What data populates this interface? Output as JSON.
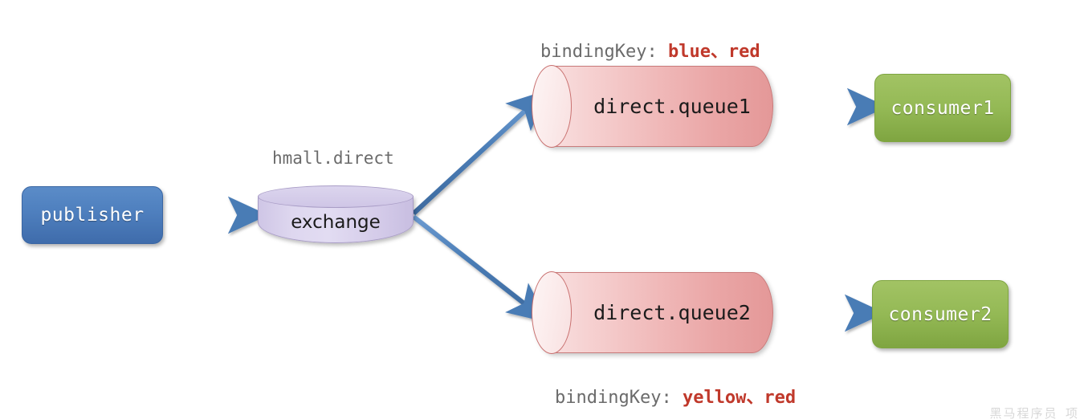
{
  "diagram": {
    "title": "RabbitMQ direct exchange routing",
    "colors": {
      "publisher_blue": "#4e7fbe",
      "consumer_green": "#94b955",
      "exchange_purple": "#d4cbe9",
      "queue_pink": "#f0b9b9",
      "arrow_blue": "#4a7cb5",
      "binding_red": "#c0392b",
      "caption_gray": "#6b6b6b"
    },
    "nodes": {
      "publisher": {
        "label": "publisher"
      },
      "exchange": {
        "label": "exchange",
        "caption": "hmall.direct"
      },
      "queue1": {
        "label": "direct.queue1"
      },
      "queue2": {
        "label": "direct.queue2"
      },
      "consumer1": {
        "label": "consumer1"
      },
      "consumer2": {
        "label": "consumer2"
      }
    },
    "bindings": {
      "queue1": {
        "prefix": "bindingKey:",
        "keys": "blue、red"
      },
      "queue2": {
        "prefix": "bindingKey:",
        "keys": "yellow、red"
      }
    },
    "watermark": "黑马程序员_项"
  }
}
